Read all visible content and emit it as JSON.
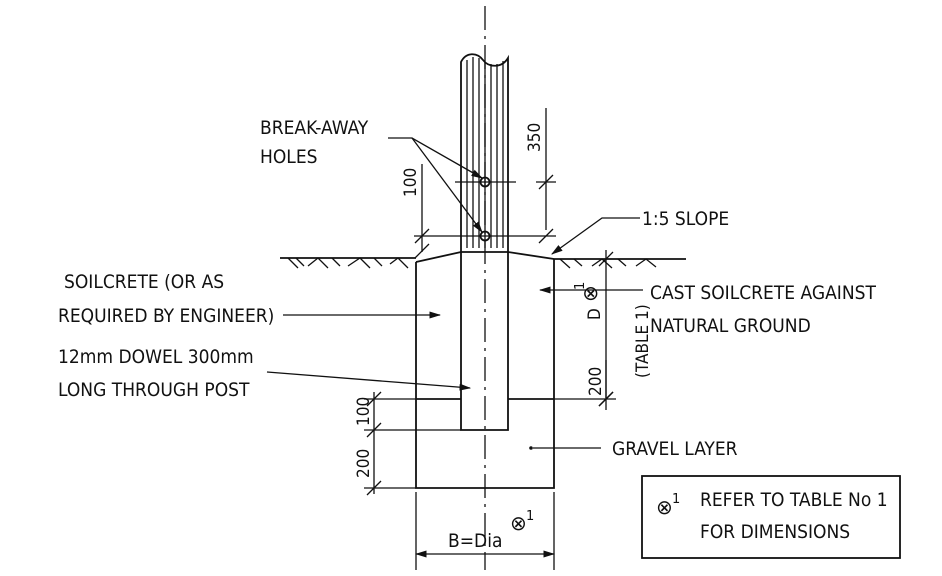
{
  "labels": {
    "break_away_1": "BREAK-AWAY",
    "break_away_2": "HOLES",
    "slope": "1:5 SLOPE",
    "soilcrete_1": "SOILCRETE (OR AS",
    "soilcrete_2": "REQUIRED BY ENGINEER)",
    "cast_1": "CAST SOILCRETE AGAINST",
    "cast_2": "NATURAL GROUND",
    "dowel_1": "12mm DOWEL 300mm",
    "dowel_2": "LONG THROUGH POST",
    "gravel": "GRAVEL LAYER",
    "base_width": "B=Dia"
  },
  "dimensions": {
    "d350": "350",
    "d100_top": "100",
    "depth": "D",
    "table_ref": "(TABLE 1)",
    "d200_right": "200",
    "d100_left": "100",
    "d200_left": "200"
  },
  "note": {
    "symbol": "⊗",
    "superscript": "1",
    "line1": "REFER TO TABLE No 1",
    "line2": "FOR DIMENSIONS"
  }
}
